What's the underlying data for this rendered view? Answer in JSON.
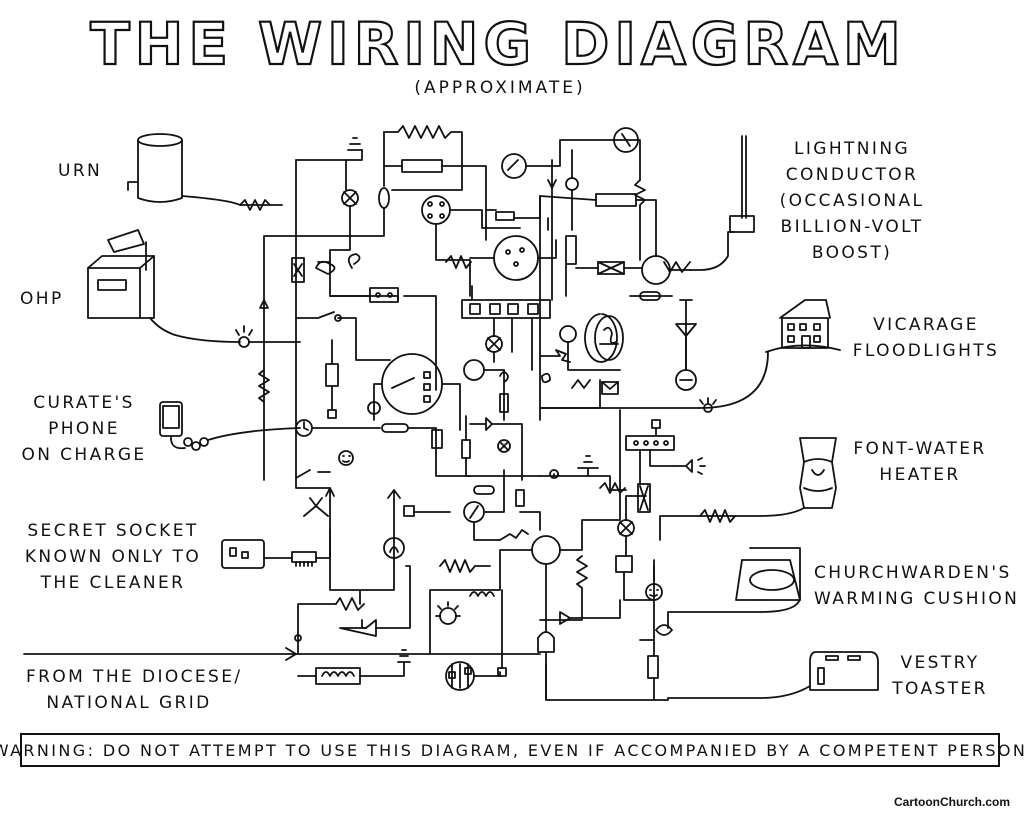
{
  "title": "THE WIRING DIAGRAM",
  "subtitle": "(APPROXIMATE)",
  "labels": {
    "urn": [
      "URN"
    ],
    "ohp": [
      "OHP"
    ],
    "curates_phone": [
      "CURATE'S",
      "PHONE",
      "ON CHARGE"
    ],
    "secret_socket": [
      "SECRET SOCKET",
      "KNOWN ONLY TO",
      "THE CLEANER"
    ],
    "diocese": [
      "FROM THE DIOCESE/",
      "NATIONAL GRID"
    ],
    "lightning": [
      "LIGHTNING",
      "CONDUCTOR",
      "(OCCASIONAL",
      "BILLION-VOLT",
      "BOOST)"
    ],
    "vicarage": [
      "VICARAGE",
      "FLOODLIGHTS"
    ],
    "font_heater": [
      "FONT-WATER",
      "HEATER"
    ],
    "churchwarden": [
      "CHURCHWARDEN'S",
      "WARMING CUSHION"
    ],
    "toaster": [
      "VESTRY",
      "TOASTER"
    ]
  },
  "warning": "WARNING: DO NOT ATTEMPT TO USE THIS DIAGRAM, EVEN IF ACCOMPANIED BY A COMPETENT PERSON",
  "credit": "CartoonChurch.com",
  "colors": {
    "ink": "#111111",
    "paper": "#ffffff"
  },
  "icons": [
    "urn-icon",
    "projector-icon",
    "phone-icon",
    "socket-icon",
    "lightning-rod-icon",
    "house-icon",
    "heater-icon",
    "cushion-icon",
    "toaster-icon",
    "arrow-icon"
  ]
}
